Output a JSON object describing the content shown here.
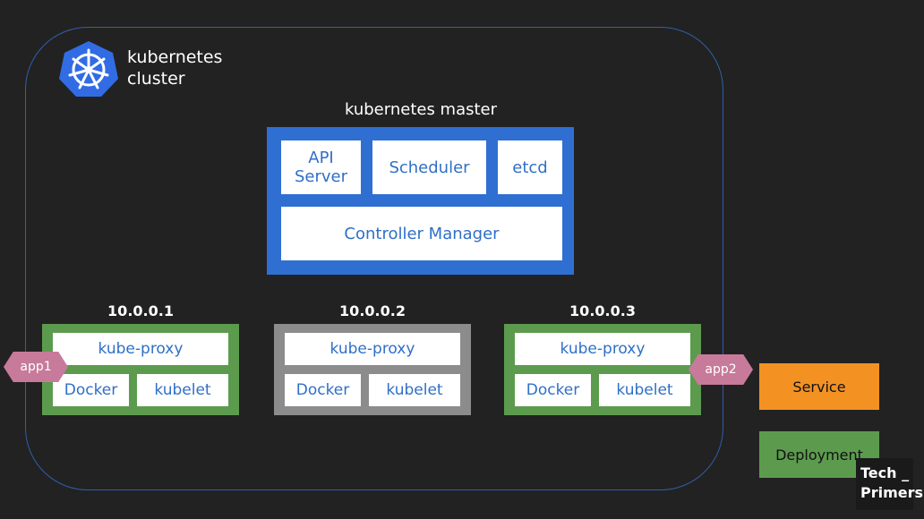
{
  "cluster": {
    "title": "kubernetes\ncluster"
  },
  "master": {
    "title": "kubernetes master",
    "components": {
      "api_server": "API\nServer",
      "scheduler": "Scheduler",
      "etcd": "etcd",
      "controller_manager": "Controller Manager"
    }
  },
  "nodes": [
    {
      "ip": "10.0.0.1",
      "proxy": "kube-proxy",
      "runtime": "Docker",
      "agent": "kubelet",
      "color": "#5c9b4e"
    },
    {
      "ip": "10.0.0.2",
      "proxy": "kube-proxy",
      "runtime": "Docker",
      "agent": "kubelet",
      "color": "#8c8c8c"
    },
    {
      "ip": "10.0.0.3",
      "proxy": "kube-proxy",
      "runtime": "Docker",
      "agent": "kubelet",
      "color": "#5c9b4e"
    }
  ],
  "apps": [
    {
      "label": "app1"
    },
    {
      "label": "app2"
    }
  ],
  "legend": {
    "service": {
      "label": "Service",
      "color": "#f39223"
    },
    "deployment": {
      "label": "Deployment",
      "color": "#5c9b4e"
    }
  },
  "watermark": "Tech _\nPrimers",
  "colors": {
    "master_blue": "#2f6fd2",
    "cluster_border": "#2f5fa8",
    "app_pink": "#c77a9a"
  }
}
